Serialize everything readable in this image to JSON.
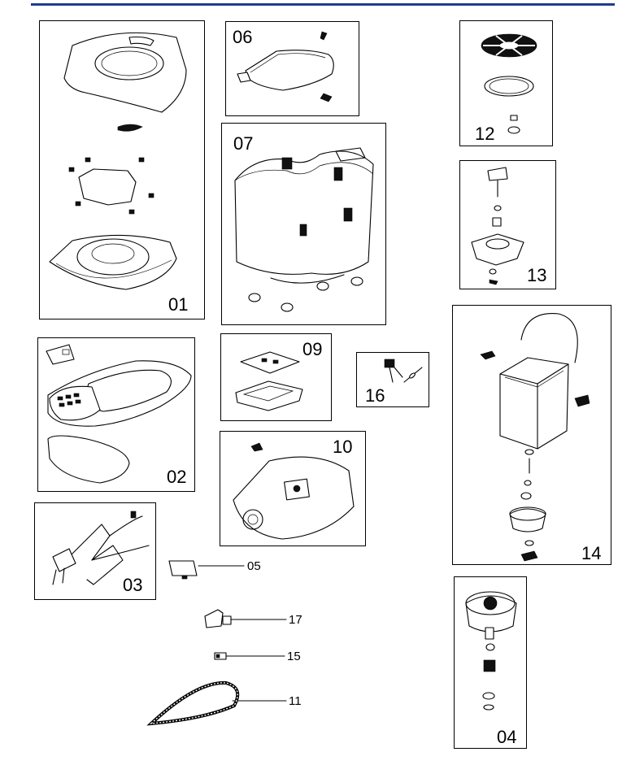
{
  "header": {
    "bar_color": "#1f3b8c"
  },
  "panels": [
    {
      "key": "p01",
      "label": "01"
    },
    {
      "key": "p02",
      "label": "02"
    },
    {
      "key": "p03",
      "label": "03"
    },
    {
      "key": "p04",
      "label": "04"
    },
    {
      "key": "p06",
      "label": "06"
    },
    {
      "key": "p07",
      "label": "07"
    },
    {
      "key": "p09",
      "label": "09"
    },
    {
      "key": "p10",
      "label": "10"
    },
    {
      "key": "p12",
      "label": "12"
    },
    {
      "key": "p13",
      "label": "13"
    },
    {
      "key": "p14",
      "label": "14"
    },
    {
      "key": "p16",
      "label": "16"
    }
  ],
  "callouts": [
    {
      "key": "c05",
      "label": "05"
    },
    {
      "key": "c17",
      "label": "17"
    },
    {
      "key": "c15",
      "label": "15"
    },
    {
      "key": "c11",
      "label": "11"
    }
  ]
}
